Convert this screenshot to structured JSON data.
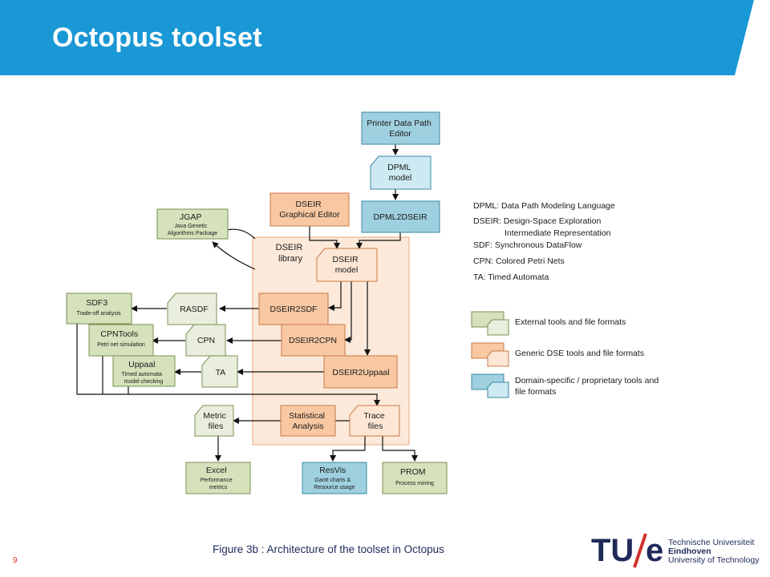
{
  "slide": {
    "title": "Octopus toolset",
    "page_number": "9",
    "caption": "Figure  3b : Architecture of the toolset in Octopus"
  },
  "colors": {
    "title_bar": "#1a98d5",
    "external": "#d5e2bb",
    "external_light": "#e9efdc",
    "generic": "#f8c8a2",
    "generic_light": "#fde7d4",
    "domain": "#9fd0df",
    "domain_light": "#cde9f1",
    "library_fill": "#fde9d9",
    "logo_blue": "#1f2a5a",
    "logo_red": "#d0312d"
  },
  "diagram": {
    "nodes": {
      "printer_editor": {
        "line1": "Printer Data Path",
        "line2": "Editor"
      },
      "dpml_model": {
        "line1": "DPML",
        "line2": "model"
      },
      "dpml2dseir": {
        "line1": "DPML2DSEIR"
      },
      "dseir_editor": {
        "line1": "DSEIR",
        "line2": "Graphical Editor"
      },
      "jgap": {
        "line1": "JGAP",
        "line2": "Java Genetic",
        "line3": "Algorithms Package"
      },
      "dseir_library": {
        "line1": "DSEIR",
        "line2": "library"
      },
      "dseir_model": {
        "line1": "DSEIR",
        "line2": "model"
      },
      "sdf3": {
        "line1": "SDF3",
        "line2": "Trade-off analysis"
      },
      "rasdf": {
        "line1": "RASDF"
      },
      "dseir2sdf": {
        "line1": "DSEIR2SDF"
      },
      "cpntools": {
        "line1": "CPNTools",
        "line2": "Petri net simulation"
      },
      "cpn": {
        "line1": "CPN"
      },
      "dseir2cpn": {
        "line1": "DSEIR2CPN"
      },
      "uppaal": {
        "line1": "Uppaal",
        "line2": "Timed automata",
        "line3": "model checking"
      },
      "ta": {
        "line1": "TA"
      },
      "dseir2uppaal": {
        "line1": "DSEIR2Uppaal"
      },
      "metric_files": {
        "line1": "Metric",
        "line2": "files"
      },
      "statistical": {
        "line1": "Statistical",
        "line2": "Analysis"
      },
      "trace_files": {
        "line1": "Trace",
        "line2": "files"
      },
      "excel": {
        "line1": "Excel",
        "line2": "Performance",
        "line3": "metrics"
      },
      "resvis": {
        "line1": "ResVis",
        "line2": "Gantt charts &",
        "line3": "Resource usage"
      },
      "prom": {
        "line1": "PROM",
        "line2": "Process mining"
      }
    },
    "abbreviations": [
      {
        "line1": "DPML: Data Path Modeling Language"
      },
      {
        "line1": "DSEIR: Design-Space Exploration",
        "line2": "Intermediate Representation"
      },
      {
        "line1": "SDF: Synchronous DataFlow"
      },
      {
        "line1": "CPN: Colored Petri Nets"
      },
      {
        "line1": "TA: Timed Automata"
      }
    ],
    "legend": [
      {
        "label1": "External tools and file formats",
        "label2": ""
      },
      {
        "label1": "Generic DSE tools and file formats",
        "label2": ""
      },
      {
        "label1": "Domain-specific / proprietary tools and",
        "label2": "file formats"
      }
    ]
  },
  "logo": {
    "mark": "TU/e",
    "line1": "Technische Universiteit",
    "line2": "Eindhoven",
    "line3": "University of Technology"
  }
}
